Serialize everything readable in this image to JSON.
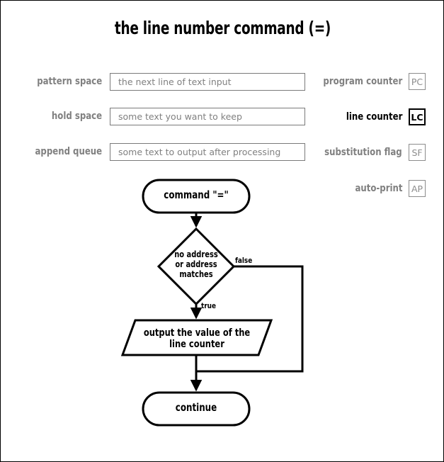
{
  "page": {
    "title": "the line number command (=)",
    "border_color": "#000000",
    "background": "#ffffff"
  },
  "registers": {
    "left": [
      {
        "label": "pattern space",
        "placeholder": "the next line of text input"
      },
      {
        "label": "hold space",
        "placeholder": "some text you want to keep"
      },
      {
        "label": "append queue",
        "placeholder": "some text to output after processing"
      }
    ],
    "right": [
      {
        "label": "program counter",
        "abbr": "PC",
        "active": false
      },
      {
        "label": "line counter",
        "abbr": "LC",
        "active": true
      },
      {
        "label": "substitution flag",
        "abbr": "SF",
        "active": false
      },
      {
        "label": "auto-print",
        "abbr": "AP",
        "active": false
      }
    ],
    "active_color": "#000000",
    "inactive_color": "#808080"
  },
  "flowchart": {
    "start": "command \"=\"",
    "decision_line1": "no address",
    "decision_line2": "or address",
    "decision_line3": "matches",
    "branch_false": "false",
    "branch_true": "true",
    "process_line1": "output the value of the",
    "process_line2": "line counter",
    "end": "continue"
  }
}
